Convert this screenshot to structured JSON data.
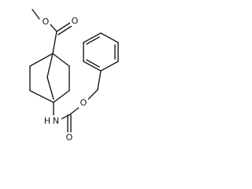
{
  "molecule": {
    "atoms": {
      "ester_ether_oxygen": "O",
      "ester_carbonyl_oxygen": "O",
      "carbamate_ether_oxygen": "O",
      "carbamate_carbonyl_oxygen": "O",
      "amide_nitrogen": "N",
      "amide_hydrogen": "H"
    }
  }
}
